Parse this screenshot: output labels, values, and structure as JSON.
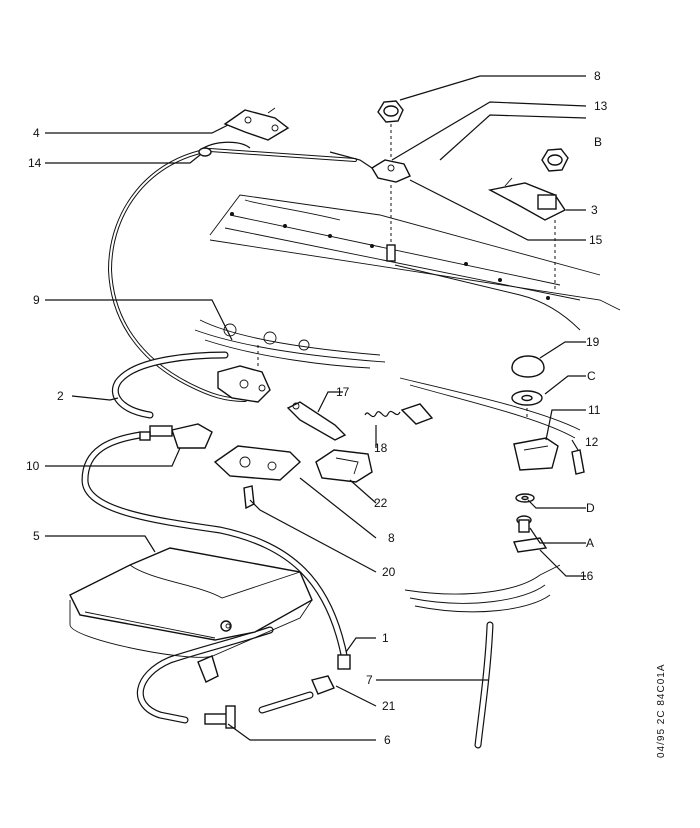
{
  "labels": [
    "8",
    "13",
    "4",
    "B",
    "14",
    "3",
    "15",
    "9",
    "19",
    "C",
    "17",
    "11",
    "2",
    "12",
    "18",
    "10",
    "D",
    "22",
    "8",
    "A",
    "5",
    "16",
    "20",
    "1",
    "7",
    "21",
    "6"
  ],
  "side_code": "04/95  2C  84C01A"
}
